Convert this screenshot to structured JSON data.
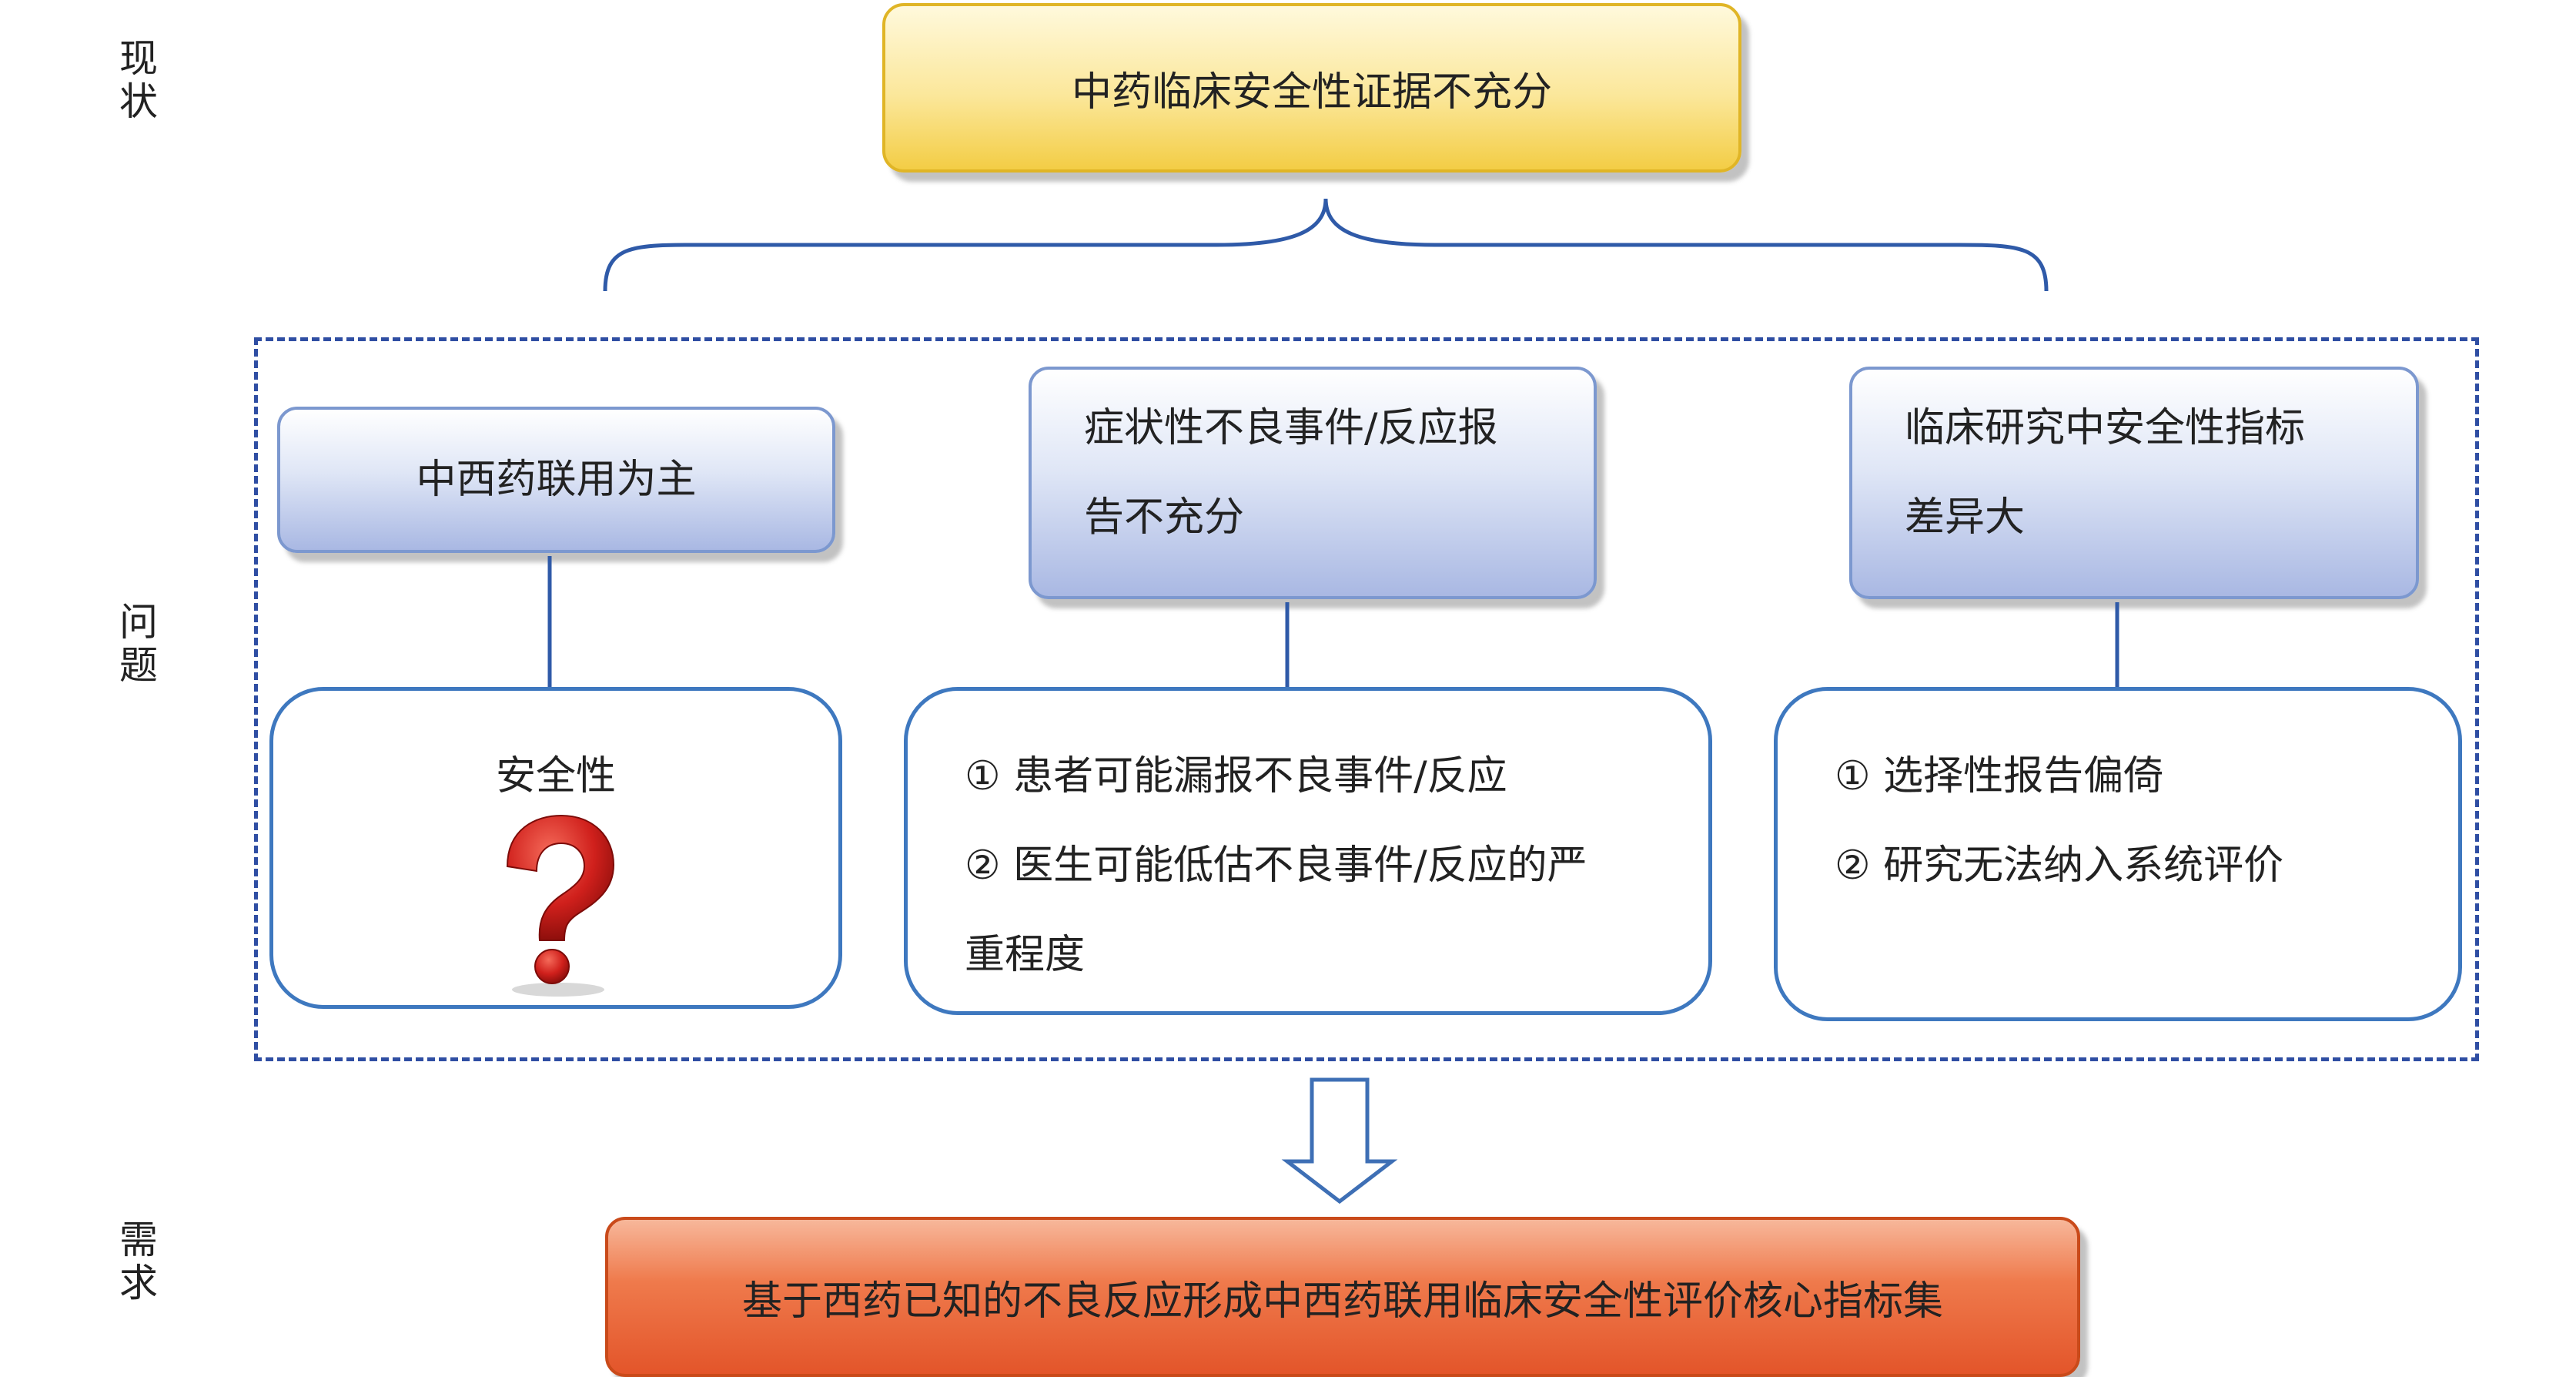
{
  "side_labels": {
    "status": "现\n状",
    "problem": "问\n题",
    "demand": "需\n求"
  },
  "top_box": {
    "text": "中药临床安全性证据不充分"
  },
  "columns": [
    {
      "header_lines": [
        "中西药联用为主"
      ],
      "detail_title": "安全性",
      "detail_icon": "question-mark-icon"
    },
    {
      "header_lines": [
        "症状性不良事件/反应报",
        "告不充分"
      ],
      "detail_rows": [
        "①  患者可能漏报不良事件/反应",
        "②  医生可能低估不良事件/反应的严",
        "重程度"
      ]
    },
    {
      "header_lines": [
        "临床研究中安全性指标",
        "差异大"
      ],
      "detail_rows": [
        "①  选择性报告偏倚",
        "②  研究无法纳入系统评价"
      ]
    }
  ],
  "bottom_box": {
    "text": "基于西药已知的不良反应形成中西药联用临床安全性评价核心指标集"
  },
  "colors": {
    "brace": "#2f5aa8",
    "dashed_border": "#2f4ea3",
    "connector": "#2f5aa8",
    "arrow": "#3e6fb5",
    "question_mark": "#d0201c"
  }
}
